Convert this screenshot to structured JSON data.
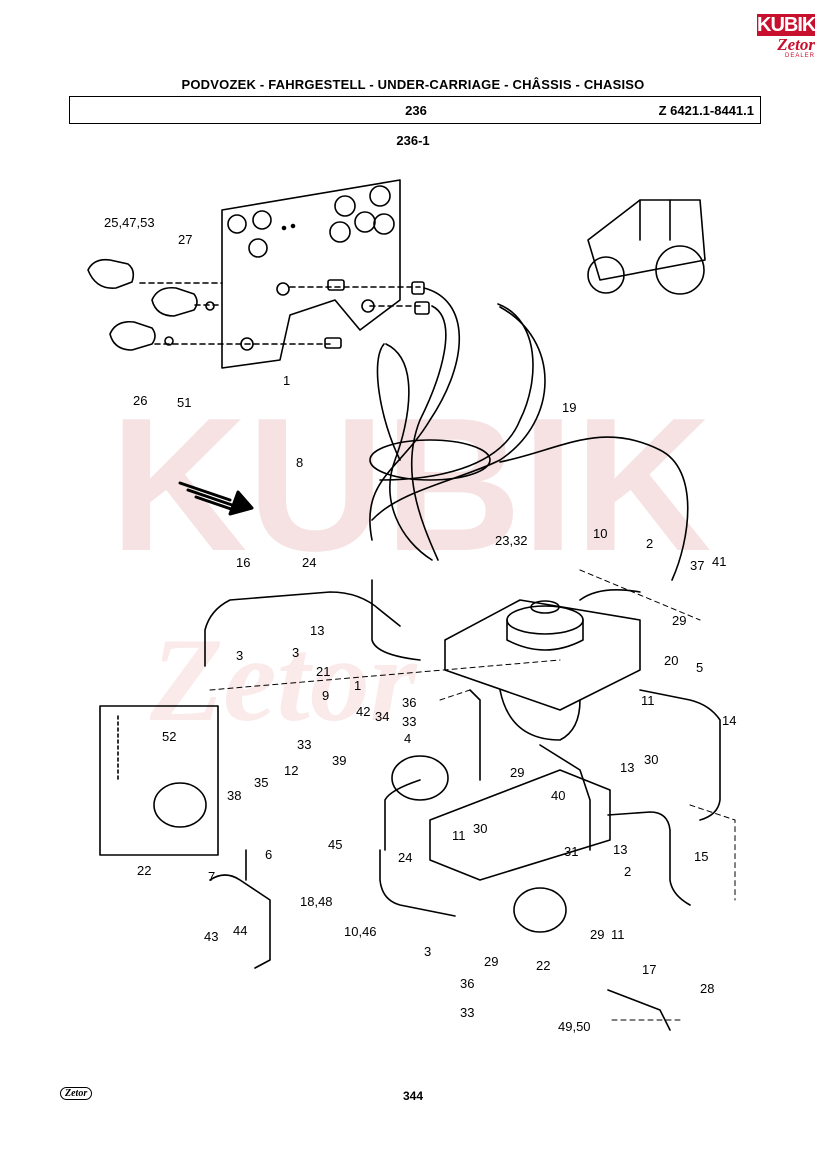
{
  "brand": {
    "logo_top": "KUBIK",
    "logo_bottom": "Zetor",
    "logo_dealer": "DEALER",
    "accent": "#c8102e"
  },
  "header": {
    "title": "PODVOZEK - FAHRGESTELL - UNDER-CARRIAGE - CHÂSSIS - CHASISO",
    "group": "236",
    "model": "Z 6421.1-8441.1",
    "subgroup": "236-1"
  },
  "footer": {
    "page": "344",
    "mark": "Zetor"
  },
  "watermark": {
    "text": "KUBIK",
    "color": "#f3d3d3"
  },
  "callouts": {
    "c_25_47_53": "25,47,53",
    "c_27": "27",
    "c_26": "26",
    "c_51": "51",
    "c_1a": "1",
    "c_19": "19",
    "c_8": "8",
    "c_24a": "24",
    "c_23_32": "23,32",
    "c_10a": "10",
    "c_2a": "2",
    "c_37": "37",
    "c_41": "41",
    "c_16": "16",
    "c_13a": "13",
    "c_29a": "29",
    "c_20": "20",
    "c_5": "5",
    "c_3a": "3",
    "c_3b": "3",
    "c_21": "21",
    "c_1b": "1",
    "c_36a": "36",
    "c_11a": "11",
    "c_14": "14",
    "c_9": "9",
    "c_42": "42",
    "c_34": "34",
    "c_33a": "33",
    "c_4": "4",
    "c_30a": "30",
    "c_13b": "13",
    "c_52": "52",
    "c_33b": "33",
    "c_39": "39",
    "c_29b": "29",
    "c_12": "12",
    "c_35": "35",
    "c_38": "38",
    "c_40": "40",
    "c_11b": "11",
    "c_30b": "30",
    "c_45": "45",
    "c_13c": "13",
    "c_6": "6",
    "c_24b": "24",
    "c_15": "15",
    "c_22a": "22",
    "c_31": "31",
    "c_2b": "2",
    "c_7": "7",
    "c_18_48": "18,48",
    "c_10_46": "10,46",
    "c_29c": "29",
    "c_11c": "11",
    "c_3c": "3",
    "c_29d": "29",
    "c_22b": "22",
    "c_17": "17",
    "c_28": "28",
    "c_43": "43",
    "c_44": "44",
    "c_36b": "36",
    "c_33c": "33",
    "c_49_50": "49,50"
  }
}
